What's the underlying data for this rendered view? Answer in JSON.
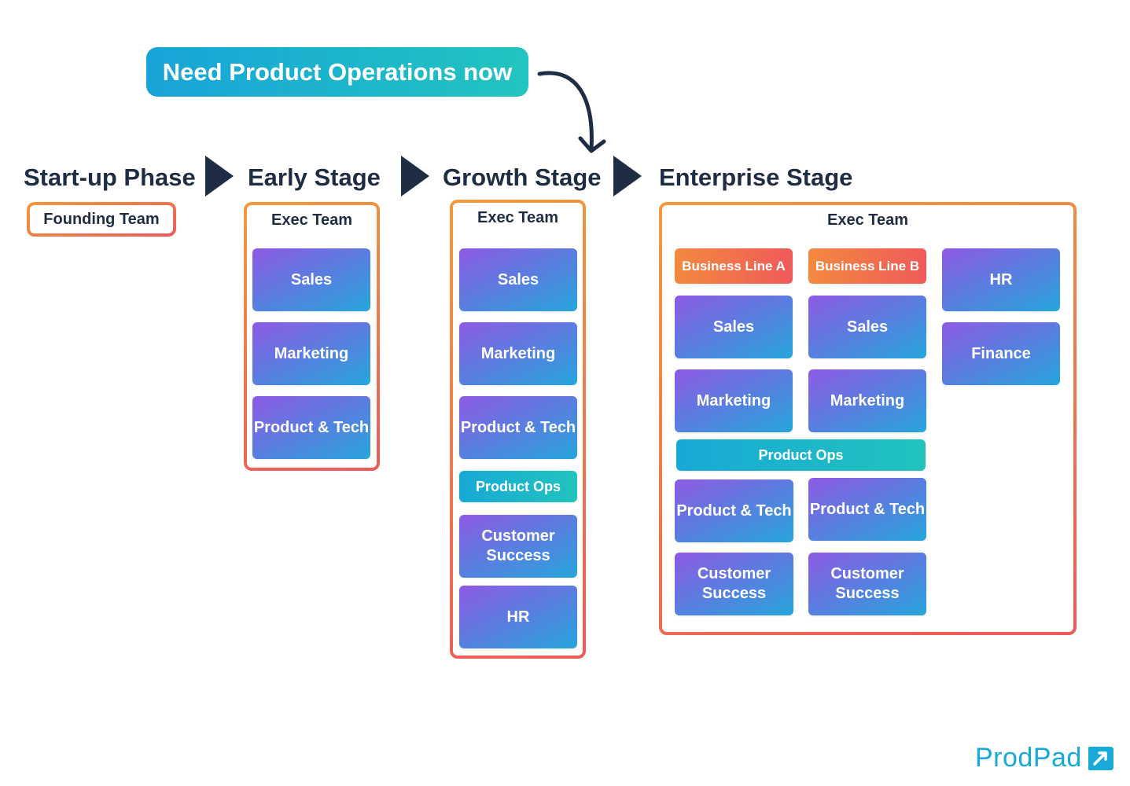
{
  "callout": {
    "text": "Need Product Operations now"
  },
  "stages": {
    "startup": {
      "title": "Start-up Phase",
      "frame_label": "Founding Team"
    },
    "early": {
      "title": "Early Stage",
      "frame_label": "Exec Team",
      "teams": [
        "Sales",
        "Marketing",
        "Product & Tech"
      ]
    },
    "growth": {
      "title": "Growth Stage",
      "frame_label": "Exec Team",
      "teams": [
        "Sales",
        "Marketing",
        "Product & Tech",
        "Product Ops",
        "Customer Success",
        "HR"
      ]
    },
    "enterprise": {
      "title": "Enterprise Stage",
      "frame_label": "Exec Team",
      "business_line_a": {
        "label": "Business Line A",
        "teams": [
          "Sales",
          "Marketing",
          "Product & Tech",
          "Customer Success"
        ]
      },
      "business_line_b": {
        "label": "Business Line B",
        "teams": [
          "Sales",
          "Marketing",
          "Product & Tech",
          "Customer Success"
        ]
      },
      "shared_ops": "Product Ops",
      "corporate": [
        "HR",
        "Finance"
      ]
    }
  },
  "brand": {
    "name": "ProdPad",
    "icon": "prodpad-logo-icon"
  },
  "colors": {
    "title": "#1f2d44",
    "frame_gradient": [
      "#f29a3a",
      "#ee5a5a"
    ],
    "team_gradient": [
      "#8e5ae4",
      "#26a6dc"
    ],
    "ops_gradient": [
      "#17a9d6",
      "#22c3bd"
    ],
    "business_line_gradient": [
      "#f3893f",
      "#ef5a5a"
    ],
    "brand": "#19a9d8"
  }
}
